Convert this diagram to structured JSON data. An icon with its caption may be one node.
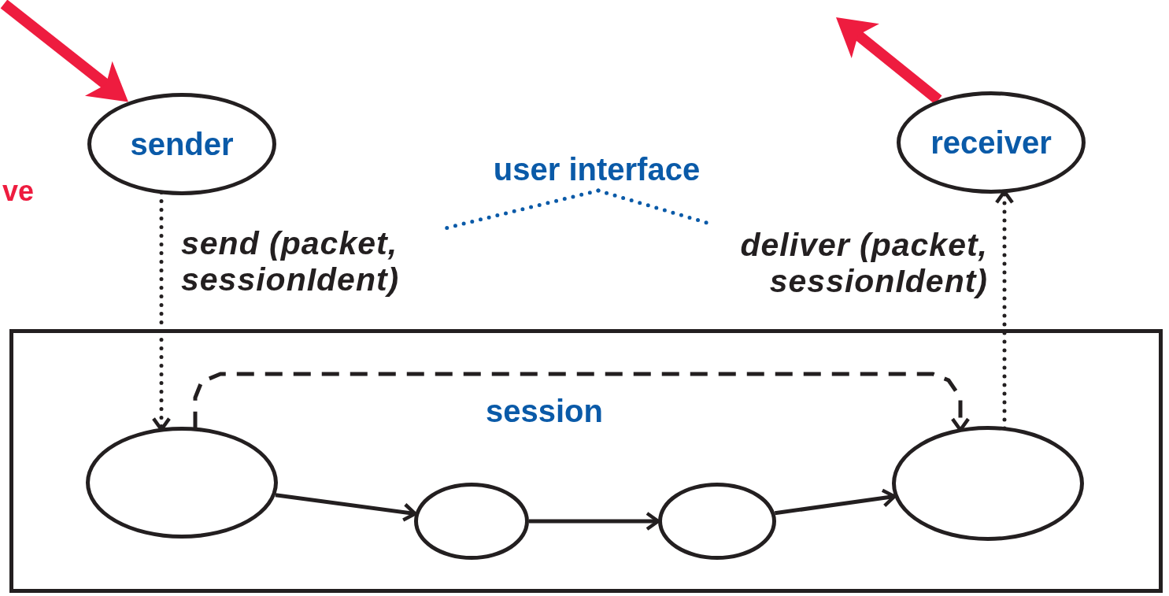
{
  "diagram": {
    "nodes": [
      {
        "text": [
          "sender"
        ]
      },
      {
        "text": [
          "receiver"
        ]
      },
      {
        "text": [
          "user interface"
        ]
      },
      {
        "text": [
          "send (packet, sessionIdent)"
        ]
      },
      {
        "text": [
          "deliver (packet, sessionIdent)"
        ]
      },
      {
        "text": [
          "session"
        ]
      },
      {
        "text": [],
        "shape": "circle",
        "in": 5
      },
      {
        "text": [],
        "shape": "circle",
        "in": 5
      },
      {
        "text": [],
        "shape": "circle",
        "in": 5
      },
      {
        "text": [],
        "shape": "circle",
        "in": 5
      }
    ],
    "edges": [
      {
        "from": null,
        "to": 0,
        "arrow": "to",
        "style": "thick",
        "color": "#ee1c3f"
      },
      {
        "from": 1,
        "to": null,
        "arrow": "to",
        "style": "thick",
        "color": "#ee1c3f"
      },
      {
        "from": 2,
        "to": 3,
        "arrow": "none",
        "style": "dashed",
        "color": "#0a5aa8"
      },
      {
        "from": 2,
        "to": 4,
        "arrow": "none",
        "style": "dashed",
        "color": "#0a5aa8"
      },
      {
        "from": 0,
        "to": 6,
        "arrow": "to",
        "style": "dashed"
      },
      {
        "from": 9,
        "to": 1,
        "arrow": "to",
        "style": "dashed"
      },
      {
        "from": 6,
        "to": 9,
        "arrow": "to",
        "style": "dashed"
      },
      {
        "from": 6,
        "to": 7,
        "arrow": "to"
      },
      {
        "from": 7,
        "to": 8,
        "arrow": "to"
      },
      {
        "from": 8,
        "to": 9,
        "arrow": "to"
      }
    ],
    "labels": [
      "ve"
    ]
  }
}
